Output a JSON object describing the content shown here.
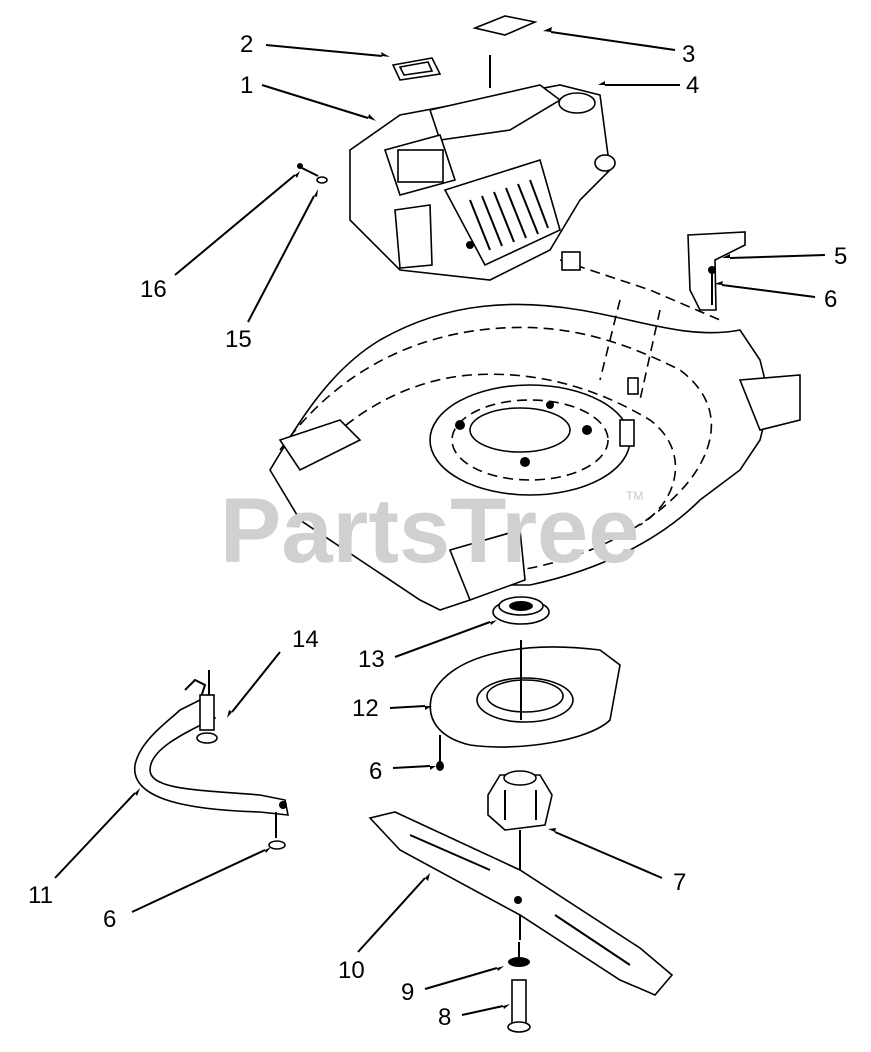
{
  "watermark": {
    "text": "PartsTree",
    "tm": "TM"
  },
  "callouts": {
    "c1": "1",
    "c2": "2",
    "c3": "3",
    "c4": "4",
    "c5": "5",
    "c6a": "6",
    "c6b": "6",
    "c6c": "6",
    "c7": "7",
    "c8": "8",
    "c9": "9",
    "c10": "10",
    "c11": "11",
    "c12": "12",
    "c13": "13",
    "c14": "14",
    "c15": "15",
    "c16": "16"
  }
}
